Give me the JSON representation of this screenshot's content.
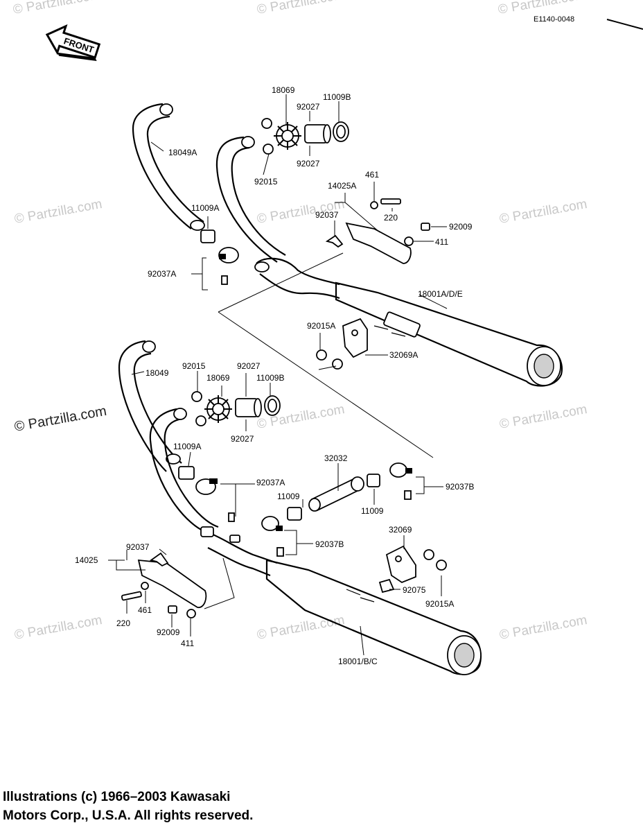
{
  "drawing_code": "E1140-0048",
  "front_label": "FRONT",
  "watermark": "© Partzilla.com",
  "copyright": {
    "line1": "Illustrations (c) 1966–2003 Kawasaki",
    "line2": "Motors Corp., U.S.A.  All rights reserved."
  },
  "part_labels": {
    "p18069_top": "18069",
    "p11009B_top": "11009B",
    "p92027_top_a": "92027",
    "p92027_top_b": "92027",
    "p92015_top": "92015",
    "p18049A": "18049A",
    "p11009A_top": "11009A",
    "p461_top": "461",
    "p14025A": "14025A",
    "p92037_top": "92037",
    "p220_top": "220",
    "p92009_top": "92009",
    "p411_top": "411",
    "p92037A_top": "92037A",
    "p18001ADE": "18001A/D/E",
    "p92015A_top": "92015A",
    "p32069A": "32069A",
    "p18049": "18049",
    "p92015_mid": "92015",
    "p92027_mid_a": "92027",
    "p18069_mid": "18069",
    "p11009B_mid": "11009B",
    "p92027_mid_b": "92027",
    "p11009A_mid": "11009A",
    "p92037A_mid": "92037A",
    "p32032": "32032",
    "p92037B_right": "92037B",
    "p11009_a": "11009",
    "p11009_b": "11009",
    "p92037B_mid": "92037B",
    "p32069": "32069",
    "p14025": "14025",
    "p92037_low": "92037",
    "p92075": "92075",
    "p92015A_low": "92015A",
    "p461_low": "461",
    "p220_low": "220",
    "p92009_low": "92009",
    "p411_low": "411",
    "p18001BC": "18001/B/C"
  }
}
